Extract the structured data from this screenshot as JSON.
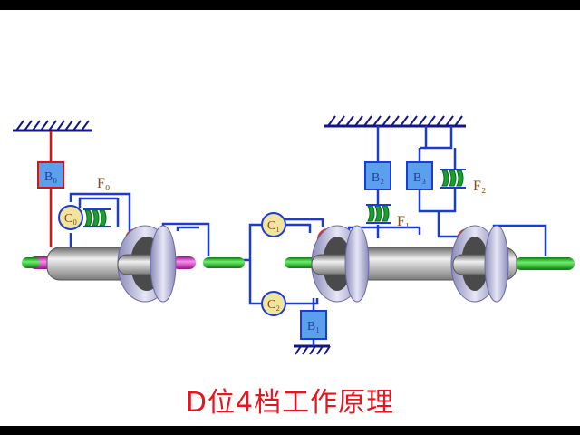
{
  "caption": "D位4档工作原理",
  "labels": {
    "B0": "B₀",
    "F0": "F₀",
    "C0": "C₀",
    "C1": "C₁",
    "C2": "C₂",
    "B1": "B₁",
    "B2": "B₂",
    "B3": "B₃",
    "F1": "F₁",
    "F2": "F₂"
  },
  "colors": {
    "line": "#1b3bd8",
    "ground": "#14148c",
    "brake_active": "#e01010",
    "brake_box": "#5aa0ec",
    "clutch": "#f0e4a0",
    "one_way": "#10a030",
    "shaft_grey": "#b8b8b8",
    "shaft_green": "#18c018",
    "shaft_magenta": "#e020c0",
    "caption": "#e8141e"
  },
  "icons": [
    "ground-hatch-symbol",
    "brake-box",
    "clutch-circle",
    "one-way-clutch-symbol",
    "planetary-gear-set"
  ]
}
